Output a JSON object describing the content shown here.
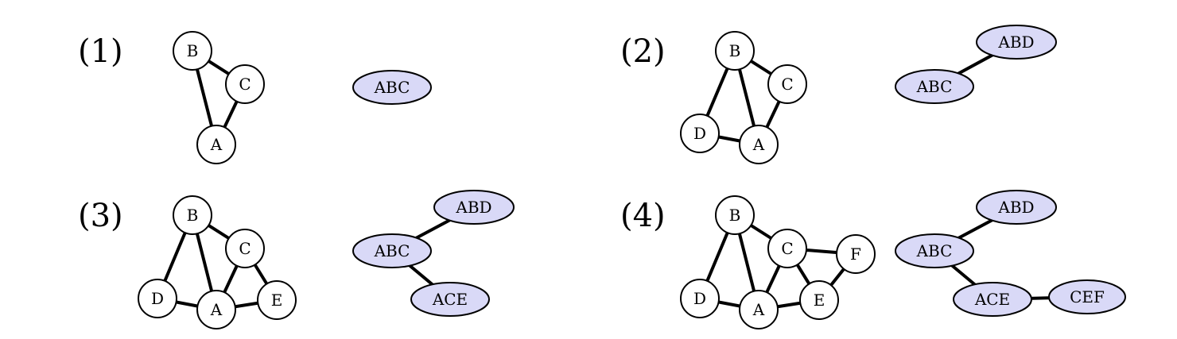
{
  "colors": {
    "clique_fill": "#d9d9f7",
    "graph_node_fill": "#ffffff",
    "stroke": "#000000"
  },
  "panels": [
    {
      "label": "(1)",
      "graph": {
        "nodes": [
          "B",
          "C",
          "A"
        ],
        "edges": [
          [
            "B",
            "C"
          ],
          [
            "B",
            "A"
          ],
          [
            "C",
            "A"
          ]
        ]
      },
      "clique_tree": {
        "nodes": [
          "ABC"
        ],
        "edges": []
      }
    },
    {
      "label": "(2)",
      "graph": {
        "nodes": [
          "B",
          "C",
          "D",
          "A"
        ],
        "edges": [
          [
            "B",
            "C"
          ],
          [
            "B",
            "A"
          ],
          [
            "C",
            "A"
          ],
          [
            "B",
            "D"
          ],
          [
            "D",
            "A"
          ]
        ]
      },
      "clique_tree": {
        "nodes": [
          "ABD",
          "ABC"
        ],
        "edges": [
          [
            "ABD",
            "ABC"
          ]
        ]
      }
    },
    {
      "label": "(3)",
      "graph": {
        "nodes": [
          "B",
          "C",
          "D",
          "A",
          "E"
        ],
        "edges": [
          [
            "B",
            "C"
          ],
          [
            "B",
            "A"
          ],
          [
            "C",
            "A"
          ],
          [
            "B",
            "D"
          ],
          [
            "D",
            "A"
          ],
          [
            "C",
            "E"
          ],
          [
            "A",
            "E"
          ]
        ]
      },
      "clique_tree": {
        "nodes": [
          "ABD",
          "ABC",
          "ACE"
        ],
        "edges": [
          [
            "ABD",
            "ABC"
          ],
          [
            "ABC",
            "ACE"
          ]
        ]
      }
    },
    {
      "label": "(4)",
      "graph": {
        "nodes": [
          "B",
          "C",
          "F",
          "D",
          "A",
          "E"
        ],
        "edges": [
          [
            "B",
            "C"
          ],
          [
            "B",
            "A"
          ],
          [
            "C",
            "A"
          ],
          [
            "B",
            "D"
          ],
          [
            "D",
            "A"
          ],
          [
            "C",
            "E"
          ],
          [
            "A",
            "E"
          ],
          [
            "C",
            "F"
          ],
          [
            "E",
            "F"
          ]
        ]
      },
      "clique_tree": {
        "nodes": [
          "ABD",
          "ABC",
          "ACE",
          "CEF"
        ],
        "edges": [
          [
            "ABD",
            "ABC"
          ],
          [
            "ABC",
            "ACE"
          ],
          [
            "ACE",
            "CEF"
          ]
        ]
      }
    }
  ]
}
